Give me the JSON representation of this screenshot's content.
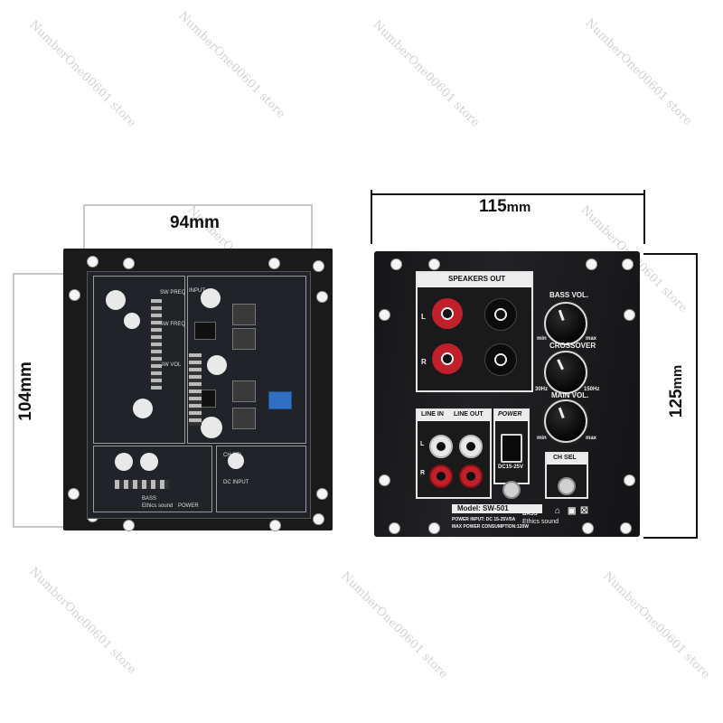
{
  "watermark": "NumberOne00601 store",
  "left_board": {
    "width_label": "94mm",
    "height_label": "104mm",
    "pcb_text": [
      "SW PREQ",
      "SW FREQ",
      "SW VOL",
      "INPUT",
      "CH SEL",
      "DC INPUT",
      "BASS",
      "Ethics sound",
      "POWER"
    ]
  },
  "right_panel": {
    "width_value": "115",
    "width_unit": "mm",
    "height_value": "125",
    "height_unit": "mm",
    "speakers_out": "SPEAKERS OUT",
    "speaker_left": "L",
    "speaker_right": "R",
    "bass_vol": "BASS VOL.",
    "crossover": "CROSSOVER",
    "main_vol": "MAIN VOL.",
    "min_label": "min",
    "max_label": "max",
    "hz_low": "30Hz",
    "hz_high": "150Hz",
    "line_in": "LINE IN",
    "line_out": "LINE OUT",
    "line_left": "L",
    "line_right": "R",
    "power": "POWER",
    "dc_label": "DC15-25V",
    "ch_sel": "CH SEL",
    "model_label": "Model:",
    "model_value": "SW-501",
    "power_input": "POWER INPUT: DC 15-25V/5A",
    "max_power": "MAX POWER CONSUMPTION:120W",
    "bass_brand": "BASS",
    "brand": "Ethics sound"
  },
  "colors": {
    "panel": "#1b1b1d",
    "accent_red": "#c0202a",
    "silkscreen": "#f2f2f2"
  }
}
